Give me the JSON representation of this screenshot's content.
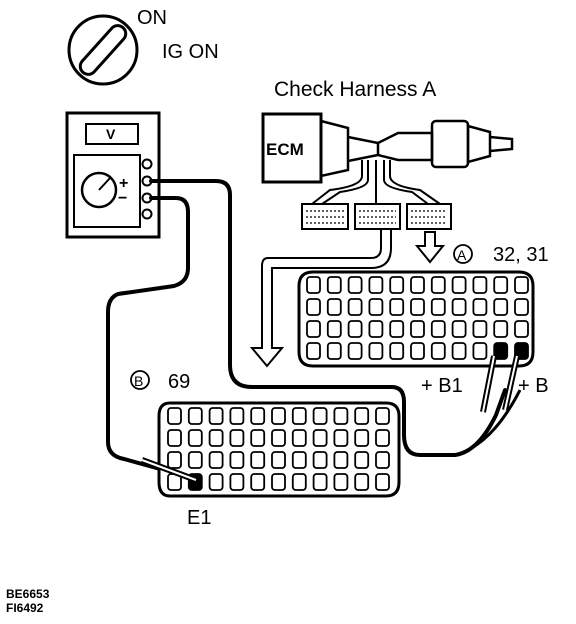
{
  "switch": {
    "on_label": "ON",
    "ig_label": "IG ON"
  },
  "harness": {
    "title": "Check Harness A",
    "ecm_label": "ECM"
  },
  "voltmeter": {
    "unit_label": "V",
    "plus": "+",
    "minus": "−"
  },
  "connector_a": {
    "circle_letter": "A",
    "pins_label": "32, 31",
    "b1_label": "+ B1",
    "b_label": "+ B"
  },
  "connector_b": {
    "circle_letter": "B",
    "pin_label": "69",
    "e1_label": "E1"
  },
  "codes": [
    "BE6653",
    "FI6492"
  ]
}
